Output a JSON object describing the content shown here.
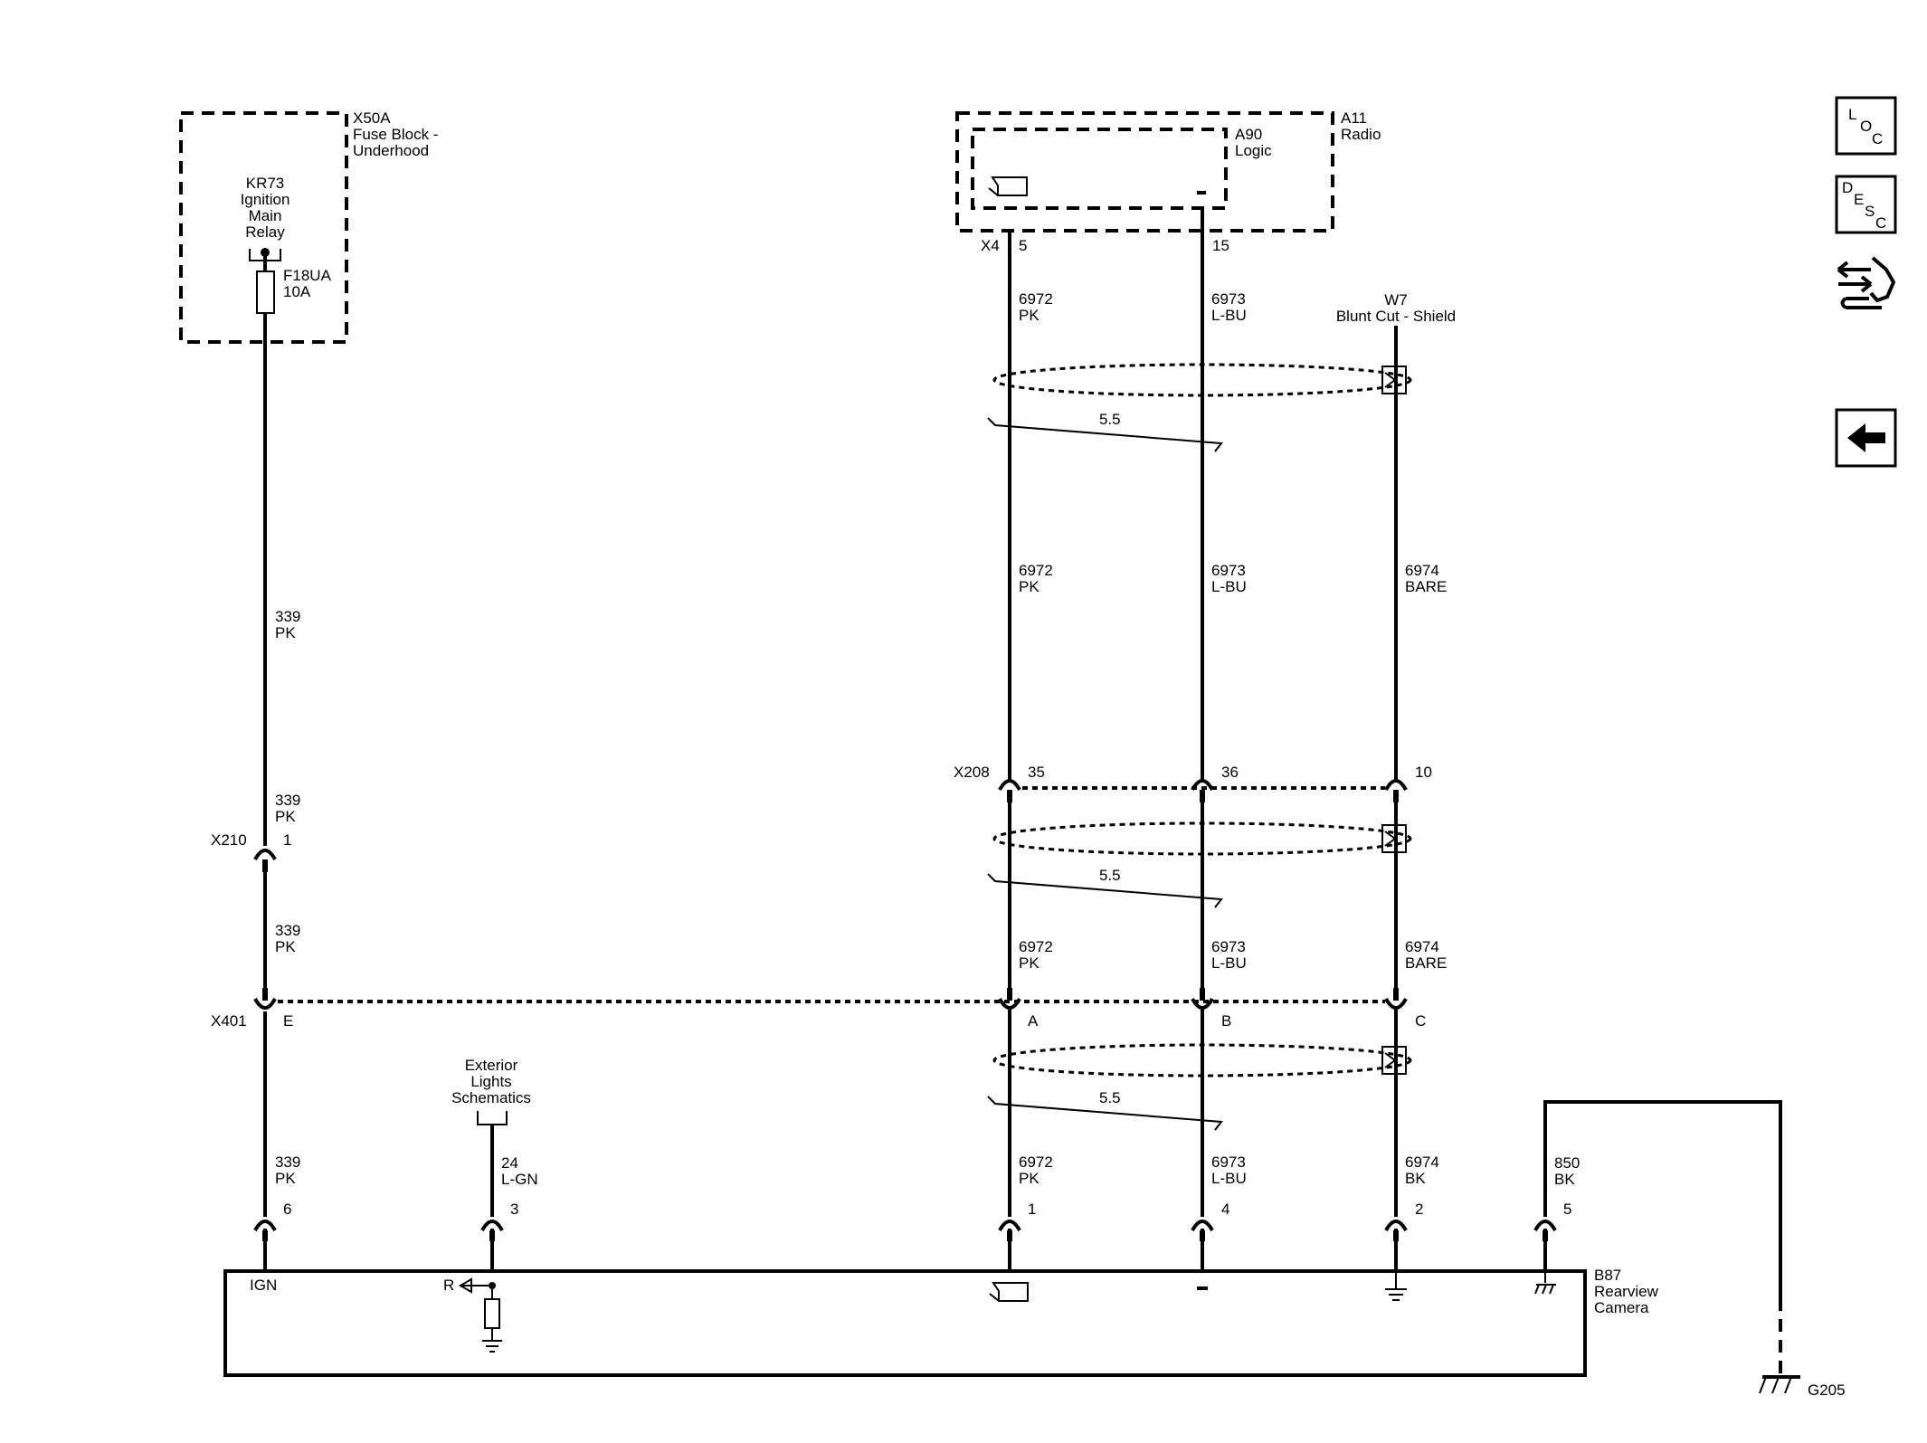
{
  "components": {
    "x50a": {
      "id": "X50A",
      "name": "Fuse Block -",
      "name2": "Underhood"
    },
    "kr73": {
      "l1": "KR73",
      "l2": "Ignition",
      "l3": "Main",
      "l4": "Relay"
    },
    "f18ua": {
      "id": "F18UA",
      "rating": "10A"
    },
    "a11": {
      "id": "A11",
      "name": "Radio"
    },
    "a90": {
      "id": "A90",
      "name": "Logic"
    },
    "w7": {
      "id": "W7",
      "name": "Blunt Cut - Shield"
    },
    "ext": {
      "l1": "Exterior",
      "l2": "Lights",
      "l3": "Schematics"
    },
    "b87": {
      "id": "B87",
      "name": "Rearview",
      "name2": "Camera",
      "ign": "IGN",
      "r": "R"
    },
    "g205": {
      "id": "G205"
    }
  },
  "connectors": {
    "x4": {
      "id": "X4",
      "p1": "5",
      "p2": "15"
    },
    "x208": {
      "id": "X208",
      "p1": "35",
      "p2": "36",
      "p3": "10"
    },
    "x210": {
      "id": "X210",
      "p1": "1"
    },
    "x401": {
      "id": "X401",
      "pe": "E",
      "pa": "A",
      "pb": "B",
      "pc": "C"
    },
    "b87pins": {
      "p6": "6",
      "p3": "3",
      "p1": "1",
      "p4": "4",
      "p2": "2",
      "p5": "5"
    }
  },
  "wires": {
    "c339": "339",
    "pk": "PK",
    "c6972": "6972",
    "c6973": "6973",
    "lbu": "L-BU",
    "c6974": "6974",
    "bare": "BARE",
    "bk": "BK",
    "c24": "24",
    "lgn": "L-GN",
    "c850": "850",
    "twist": "5.5"
  },
  "side_buttons": {
    "loc": {
      "l": "L",
      "o": "O",
      "c": "C"
    },
    "desc": {
      "d": "D",
      "e": "E",
      "s": "S",
      "c": "C"
    }
  }
}
